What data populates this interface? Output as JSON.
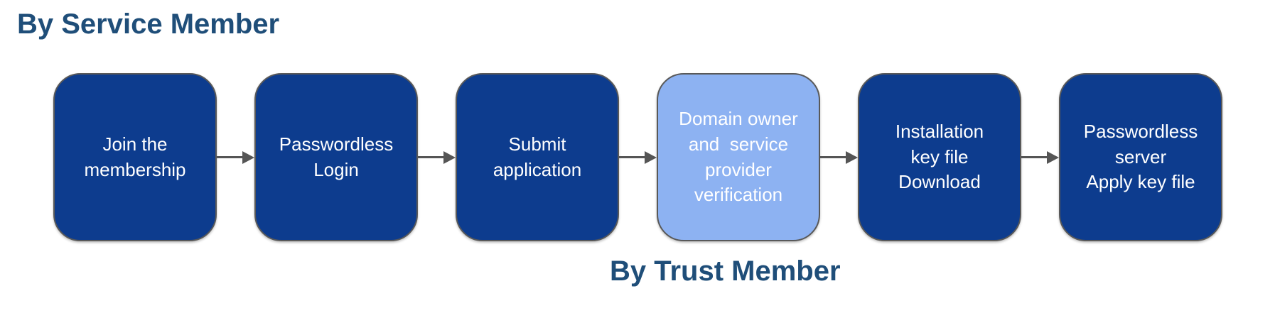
{
  "page": {
    "top_title": "By Service Member",
    "bottom_title": "By Trust Member"
  },
  "colors": {
    "title_text": "#1F4E79",
    "box_dark_fill": "#0D3C8E",
    "box_light_fill": "#8DB2F2",
    "box_border": "#595959",
    "box_text": "#FFFFFF",
    "arrow": "#555555",
    "background": "#FFFFFF"
  },
  "flow": {
    "direction": "left-to-right",
    "connector_icon": "arrow-right-icon",
    "steps": [
      {
        "label": "Join the\nmembership",
        "variant": "dark"
      },
      {
        "label": "Passwordless\nLogin",
        "variant": "dark"
      },
      {
        "label": "Submit\napplication",
        "variant": "dark"
      },
      {
        "label": "Domain owner\nand  service\nprovider\nverification",
        "variant": "light"
      },
      {
        "label": "Installation\nkey file\nDownload",
        "variant": "dark"
      },
      {
        "label": "Passwordless\nserver\nApply key file",
        "variant": "dark"
      }
    ]
  }
}
